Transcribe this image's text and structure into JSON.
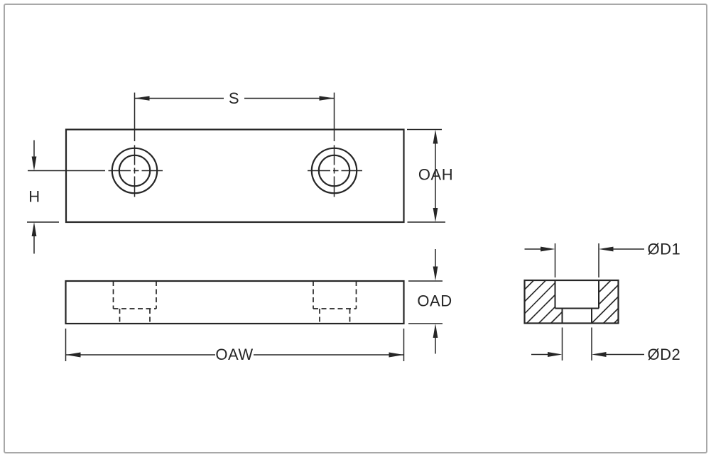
{
  "page": {
    "background": "#ffffff",
    "frame_color": "#a8a8a8",
    "line_color": "#262626"
  },
  "labels": {
    "hole_spacing": "S",
    "edge_to_hole": "H",
    "overall_height": "OAH",
    "overall_depth": "OAD",
    "overall_width": "OAW",
    "counterbore_dia": "ØD1",
    "hole_dia": "ØD2"
  }
}
